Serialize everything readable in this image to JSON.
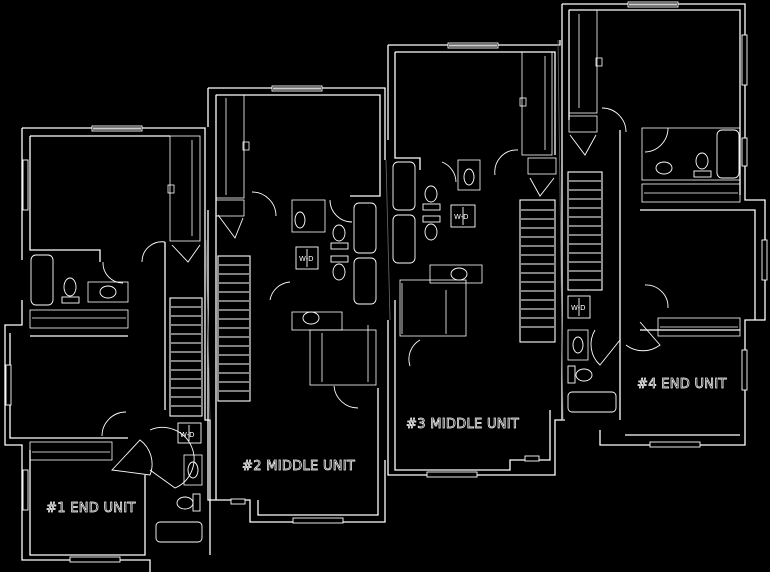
{
  "title": "Four-unit townhouse upper floor plan",
  "units": [
    {
      "id": "unit-1",
      "label": "#1 END UNIT"
    },
    {
      "id": "unit-2",
      "label": "#2 MIDDLE UNIT"
    },
    {
      "id": "unit-3",
      "label": "#3 MIDDLE UNIT"
    },
    {
      "id": "unit-4",
      "label": "#4 END UNIT"
    }
  ],
  "colors": {
    "background": "#000000",
    "lines": "#ffffff",
    "glass": "#cfcfcf"
  }
}
